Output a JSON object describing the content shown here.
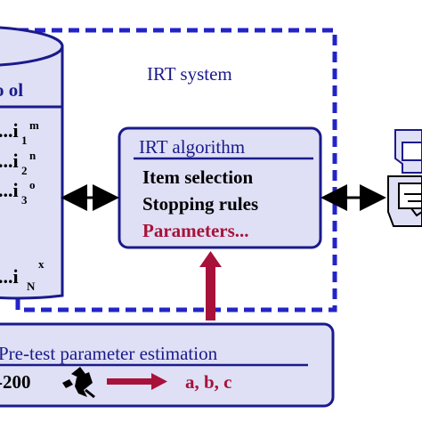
{
  "system": {
    "title": "IRT system"
  },
  "pool": {
    "title": "Item pool",
    "title_visible": "o ol",
    "items": [
      {
        "base": "...i",
        "sub": "1",
        "sup": "m"
      },
      {
        "base": "...i",
        "sub": "2",
        "sup": "n"
      },
      {
        "base": "...i",
        "sub": "3",
        "sup": "o"
      },
      {
        "base": "...i",
        "sub": "N",
        "sup": "x"
      }
    ]
  },
  "algorithm": {
    "title": "IRT algorithm",
    "lines": [
      "Item selection",
      "Stopping rules",
      "Parameters..."
    ]
  },
  "estimation": {
    "title": "Pre-test parameter estimation",
    "count_text": "-200",
    "result_text": "a, b, c"
  },
  "colors": {
    "navy": "#1a1a8c",
    "box_fill": "#dfe0f5",
    "dash_blue": "#2323c8",
    "maroon": "#a8123a",
    "black": "#000000"
  }
}
